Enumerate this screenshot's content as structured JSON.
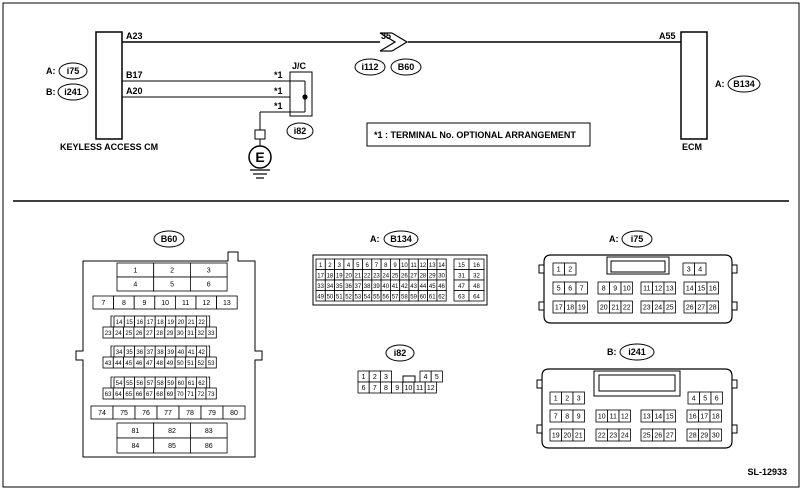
{
  "wiring": {
    "left_module": "KEYLESS ACCESS CM",
    "left_conn_a_prefix": "A:",
    "left_conn_a": "i75",
    "left_conn_b_prefix": "B:",
    "left_conn_b": "i241",
    "wire_a23": "A23",
    "wire_b17": "B17",
    "wire_a20": "A20",
    "wire_a55": "A55",
    "jc_label": "J/C",
    "star_marks": [
      "*1",
      "*1",
      "*1"
    ],
    "inline_pin": "35",
    "inline_conn_1": "i112",
    "inline_conn_2": "B60",
    "jc_conn": "i82",
    "ground_symbol": "E",
    "note": "*1 : TERMINAL No. OPTIONAL ARRANGEMENT",
    "right_module": "ECM",
    "right_conn_prefix": "A:",
    "right_conn": "B134"
  },
  "connectors": {
    "b60": {
      "label": "B60",
      "rows": [
        [
          "1",
          "2",
          "3"
        ],
        [
          "4",
          "5",
          "6"
        ],
        [
          "7",
          "8",
          "9",
          "10",
          "11",
          "12",
          "13"
        ],
        [
          "14",
          "15",
          "16",
          "17",
          "18",
          "19",
          "20",
          "21",
          "22"
        ],
        [
          "23",
          "24",
          "25",
          "26",
          "27",
          "28",
          "29",
          "30",
          "31",
          "32",
          "33"
        ],
        [
          "34",
          "35",
          "36",
          "37",
          "38",
          "39",
          "40",
          "41",
          "42"
        ],
        [
          "43",
          "44",
          "45",
          "46",
          "47",
          "48",
          "49",
          "50",
          "51",
          "52",
          "53"
        ],
        [
          "54",
          "55",
          "56",
          "57",
          "58",
          "59",
          "60",
          "61",
          "62"
        ],
        [
          "63",
          "64",
          "65",
          "66",
          "67",
          "68",
          "69",
          "70",
          "71",
          "72",
          "73"
        ],
        [
          "74",
          "75",
          "76",
          "77",
          "78",
          "79",
          "80"
        ],
        [
          "81",
          "82",
          "83"
        ],
        [
          "84",
          "85",
          "86"
        ]
      ]
    },
    "b134": {
      "prefix": "A:",
      "label": "B134",
      "rows": [
        [
          "1",
          "2",
          "3",
          "4",
          "5",
          "6",
          "7",
          "8",
          "9",
          "10",
          "11",
          "12",
          "13",
          "14"
        ],
        [
          "17",
          "18",
          "19",
          "20",
          "21",
          "22",
          "23",
          "24",
          "25",
          "26",
          "27",
          "28",
          "29",
          "30"
        ],
        [
          "33",
          "34",
          "35",
          "36",
          "37",
          "38",
          "39",
          "40",
          "41",
          "42",
          "43",
          "44",
          "45",
          "46"
        ],
        [
          "49",
          "50",
          "51",
          "52",
          "53",
          "54",
          "55",
          "56",
          "57",
          "58",
          "59",
          "60",
          "61",
          "62"
        ]
      ],
      "side": [
        [
          "15",
          "16"
        ],
        [
          "31",
          "32"
        ],
        [
          "47",
          "48"
        ],
        [
          "63",
          "64"
        ]
      ]
    },
    "i82": {
      "label": "i82",
      "row1a": [
        "1",
        "2",
        "3"
      ],
      "row1b": [
        "4",
        "5"
      ],
      "row2": [
        "6",
        "7",
        "8",
        "9",
        "10",
        "11",
        "12"
      ]
    },
    "i75": {
      "prefix": "A:",
      "label": "i75",
      "row1": [
        [
          "1",
          "2"
        ],
        [
          "3",
          "4"
        ]
      ],
      "row2": [
        [
          "5",
          "6",
          "7"
        ],
        [
          "8",
          "9",
          "10"
        ],
        [
          "11",
          "12",
          "13"
        ],
        [
          "14",
          "15",
          "16"
        ]
      ],
      "row3": [
        [
          "17",
          "18",
          "19"
        ],
        [
          "20",
          "21",
          "22"
        ],
        [
          "23",
          "24",
          "25"
        ],
        [
          "26",
          "27",
          "28"
        ]
      ]
    },
    "i241": {
      "prefix": "B:",
      "label": "i241",
      "row1": [
        [
          "1",
          "2",
          "3"
        ],
        [
          "4",
          "5",
          "6"
        ]
      ],
      "row2": [
        [
          "7",
          "8",
          "9"
        ],
        [
          "10",
          "11",
          "12"
        ],
        [
          "13",
          "14",
          "15"
        ],
        [
          "16",
          "17",
          "18"
        ]
      ],
      "row3": [
        [
          "19",
          "20",
          "21"
        ],
        [
          "22",
          "23",
          "24"
        ],
        [
          "25",
          "26",
          "27"
        ],
        [
          "28",
          "29",
          "30"
        ]
      ]
    }
  },
  "footer": {
    "code": "SL-12933"
  }
}
